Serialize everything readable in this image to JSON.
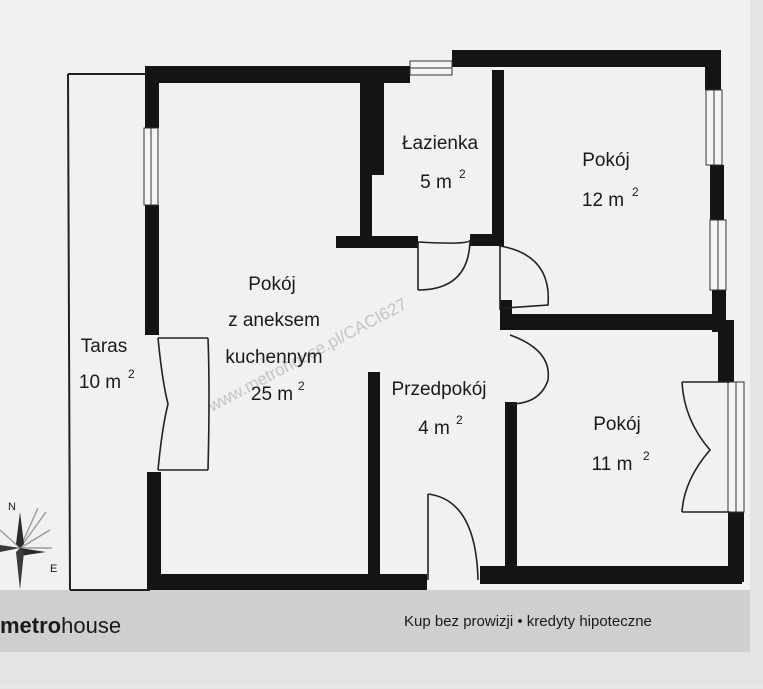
{
  "rooms": {
    "bathroom": {
      "name": "Łazienka",
      "area": "5 m",
      "area_sup": "2"
    },
    "room12": {
      "name": "Pokój",
      "area": "12 m",
      "area_sup": "2"
    },
    "living": {
      "line1": "Pokój",
      "line2": "z aneksem",
      "line3": "kuchennym",
      "area": "25 m",
      "area_sup": "2"
    },
    "terrace": {
      "name": "Taras",
      "area": "10 m",
      "area_sup": "2"
    },
    "hall": {
      "name": "Przedpokój",
      "area": "4 m",
      "area_sup": "2"
    },
    "room11": {
      "name": "Pokój",
      "area": "11 m",
      "area_sup": "2"
    }
  },
  "compass": {
    "north": "N",
    "east": "E"
  },
  "watermark": "www.metrohouse.pl/CACI627",
  "footer": {
    "brand_bold": "metro",
    "brand_light": "house",
    "tagline": "Kup bez prowizji • kredyty hipoteczne"
  },
  "colors": {
    "paper": "#f1f1ef",
    "wall": "#141414",
    "footer_band": "#cfcfcd",
    "watermark": "#c8c8c8"
  }
}
